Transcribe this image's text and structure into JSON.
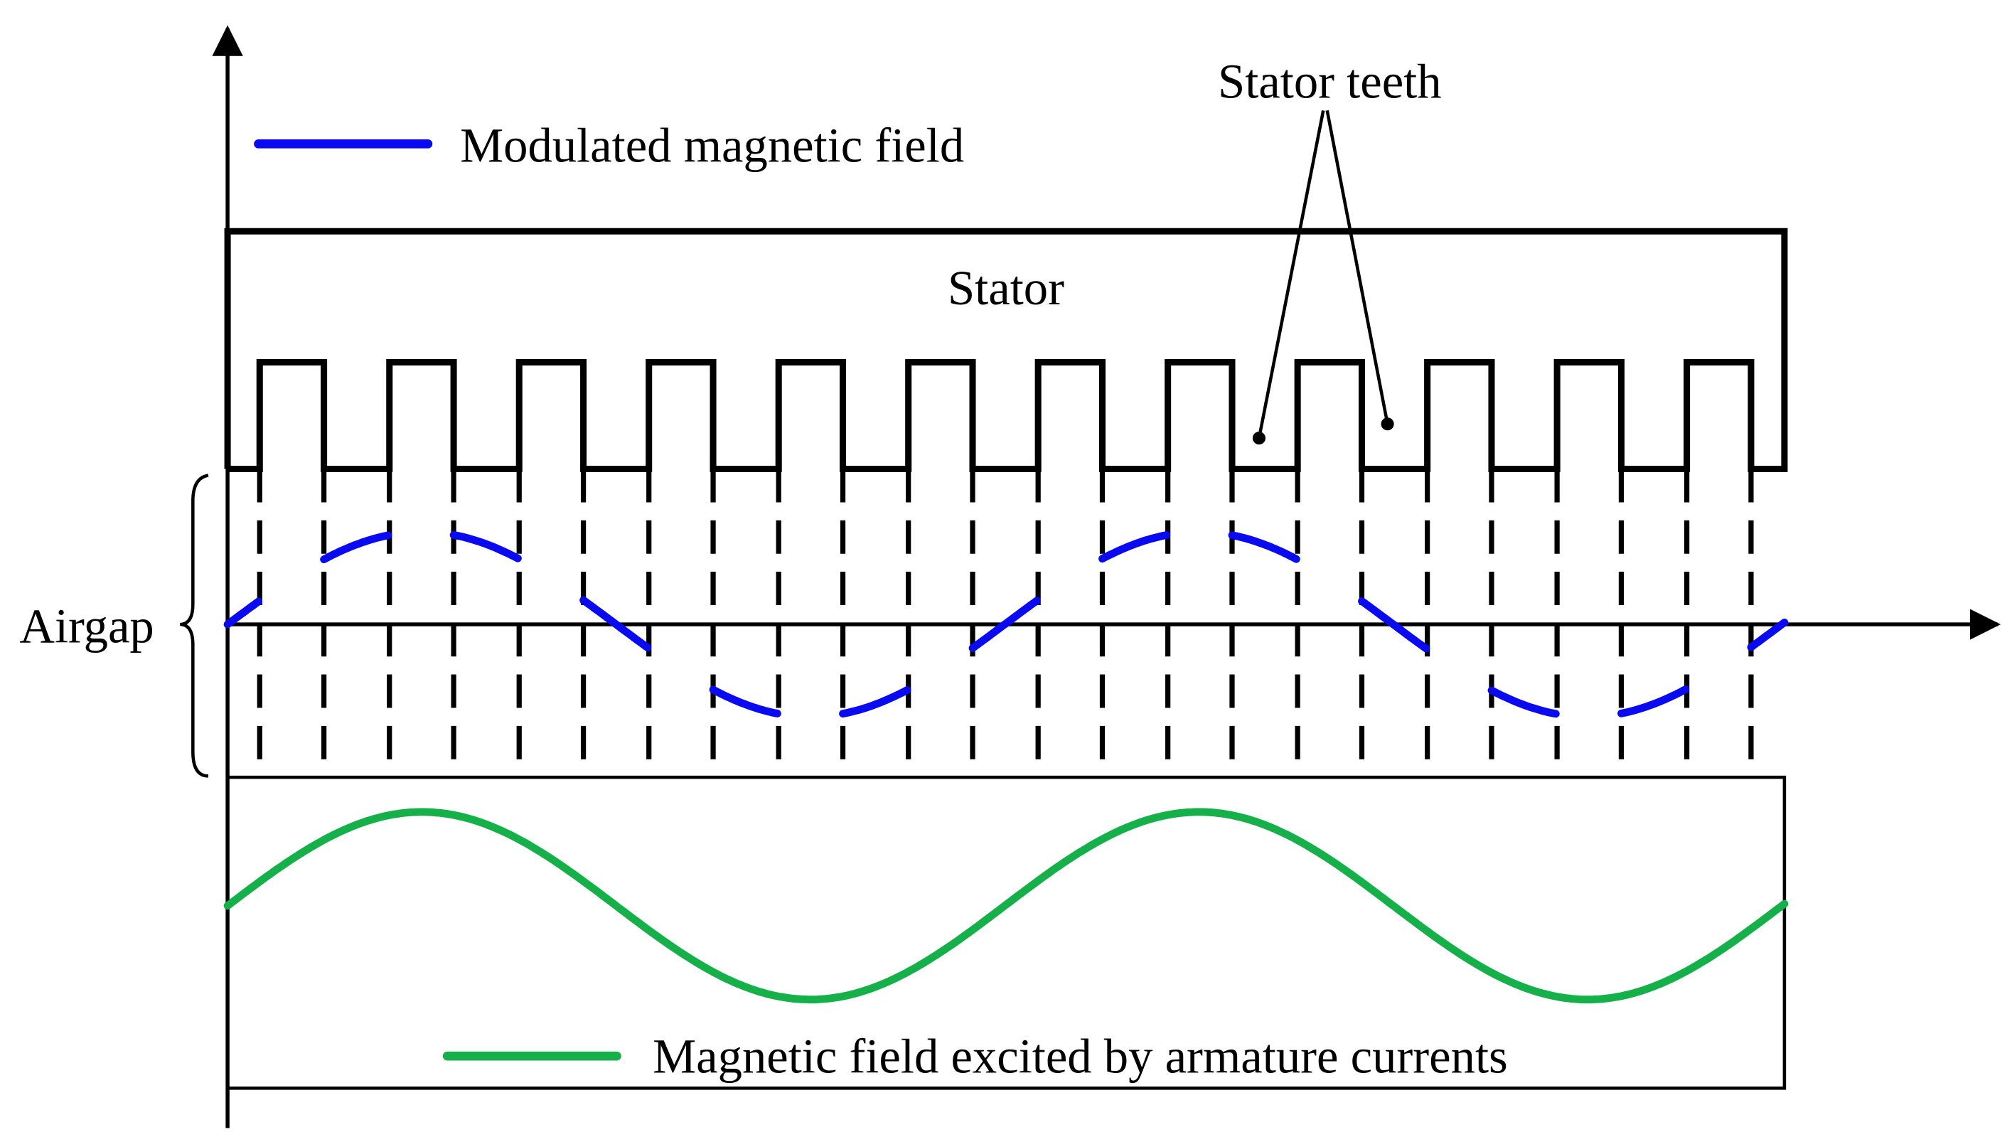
{
  "labels": {
    "legend_modulated": "Modulated magnetic field",
    "stator_teeth": "Stator teeth",
    "stator": "Stator",
    "airgap": "Airgap",
    "legend_armature": "Magnetic field excited by armature currents"
  },
  "colors": {
    "modulated_field": "#0a0af0",
    "armature_field": "#15b04a",
    "outline": "#000000"
  },
  "stator": {
    "tooth_count": 12
  }
}
